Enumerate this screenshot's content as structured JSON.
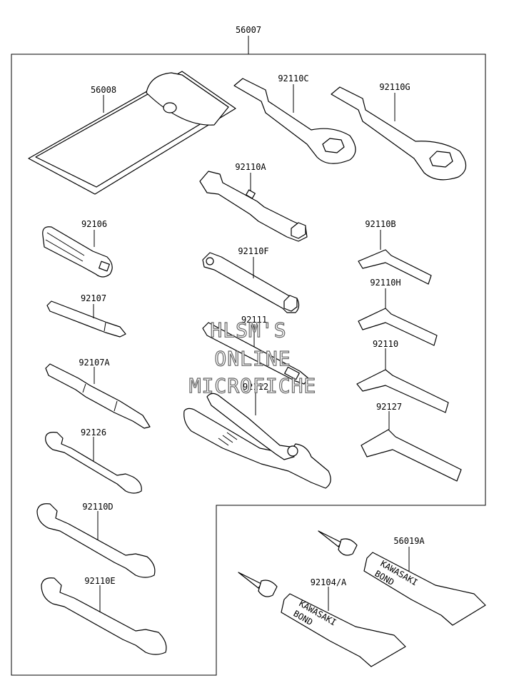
{
  "diagram": {
    "main_label": "56007",
    "parts": [
      {
        "id": "p56008",
        "label": "56008"
      },
      {
        "id": "p92110C",
        "label": "92110C"
      },
      {
        "id": "p92110G",
        "label": "92110G"
      },
      {
        "id": "p92110A",
        "label": "92110A"
      },
      {
        "id": "p92106",
        "label": "92106"
      },
      {
        "id": "p92110F",
        "label": "92110F"
      },
      {
        "id": "p92110B",
        "label": "92110B"
      },
      {
        "id": "p92107",
        "label": "92107"
      },
      {
        "id": "p92110H",
        "label": "92110H"
      },
      {
        "id": "p92111",
        "label": "92111"
      },
      {
        "id": "p92110",
        "label": "92110"
      },
      {
        "id": "p92107A",
        "label": "92107A"
      },
      {
        "id": "p92112",
        "label": "92112"
      },
      {
        "id": "p92127",
        "label": "92127"
      },
      {
        "id": "p92126",
        "label": "92126"
      },
      {
        "id": "p92110D",
        "label": "92110D"
      },
      {
        "id": "p92110E",
        "label": "92110E"
      },
      {
        "id": "p56019A",
        "label": "56019A"
      },
      {
        "id": "p92104A",
        "label": "92104/A"
      }
    ],
    "tube_print": "KAWASAKI BOND",
    "tube_print_line1": "KAWASAKI",
    "tube_print_line2": "BOND",
    "watermark": [
      "HLSM'S",
      "ONLINE",
      "MICROFICHE"
    ]
  }
}
